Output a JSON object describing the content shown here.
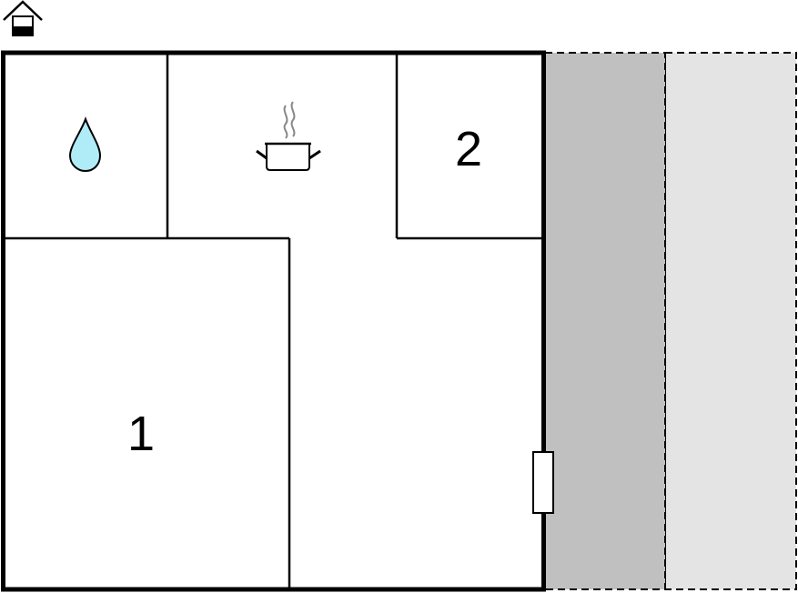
{
  "rooms": {
    "bedroom_1": {
      "label": "1"
    },
    "bedroom_2": {
      "label": "2"
    },
    "bathroom": {
      "icon": "water-drop-icon"
    },
    "kitchen": {
      "icon": "cooking-pot-icon"
    }
  },
  "floor_indicator": {
    "icon": "house-ground-floor-icon"
  },
  "terrace": {
    "covered": {
      "icon": "covered-terrace"
    },
    "uncovered": {
      "icon": "uncovered-terrace"
    }
  },
  "entrance": {
    "icon": "door-icon"
  },
  "colors": {
    "wall": "#000000",
    "water_drop_fill": "#b0ecf8",
    "steam": "#888888",
    "covered_terrace": "#c0c0c0",
    "uncovered_terrace": "#e4e4e4"
  }
}
